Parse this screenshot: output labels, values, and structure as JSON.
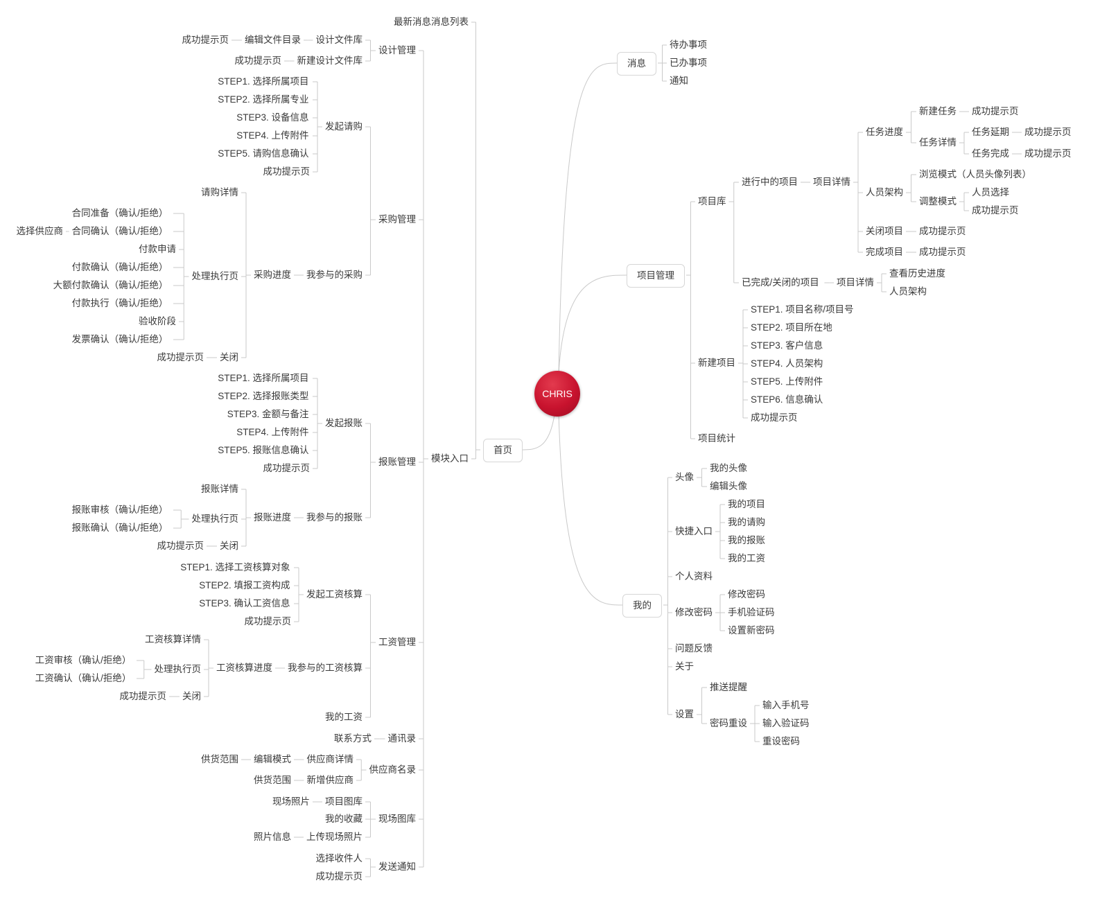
{
  "root": "CHRIS",
  "colors": {
    "root": "#c8132e",
    "line": "#c9c9c9",
    "text": "#3a3a3a"
  },
  "nodes": {
    "xiaoxi": "消息",
    "daiban": "待办事项",
    "yiban": "已办事项",
    "tongzhi": "通知",
    "xmgl": "项目管理",
    "xmk": "项目库",
    "jxz": "进行中的项目",
    "xmxq1": "项目详情",
    "rwjd": "任务进度",
    "xjrw": "新建任务",
    "xjrw_cg": "成功提示页",
    "rwxq": "任务详情",
    "rwyq": "任务延期",
    "rwyq_cg": "成功提示页",
    "rwwc": "任务完成",
    "rwwc_cg": "成功提示页",
    "ryjg": "人员架构",
    "llms": "浏览模式（人员头像列表）",
    "tzms": "调整模式",
    "ryxz": "人员选择",
    "tzms_cg": "成功提示页",
    "gbxm": "关闭项目",
    "gbxm_cg": "成功提示页",
    "wcxm": "完成项目",
    "wcxm_cg": "成功提示页",
    "ywc": "已完成/关闭的项目",
    "xmxq2": "项目详情",
    "cklsjd": "查看历史进度",
    "ryjg2": "人员架构",
    "xjxm": "新建项目",
    "xj1": "STEP1. 项目名称/项目号",
    "xj2": "STEP2. 项目所在地",
    "xj3": "STEP3. 客户信息",
    "xj4": "STEP4. 人员架构",
    "xj5": "STEP5. 上传附件",
    "xj6": "STEP6. 信息确认",
    "xj_cg": "成功提示页",
    "xmtj": "项目统计",
    "wode": "我的",
    "touxiang": "头像",
    "wdtx": "我的头像",
    "bjtx": "编辑头像",
    "kjrk": "快捷入口",
    "wdxm": "我的项目",
    "wdqg": "我的请购",
    "wdbz": "我的报账",
    "wdgz_r": "我的工资",
    "grzl": "个人资料",
    "xgmm": "修改密码",
    "xgmm2": "修改密码",
    "sjyzm": "手机验证码",
    "szxmm": "设置新密码",
    "wtfk": "问题反馈",
    "guanyu": "关于",
    "shezhi": "设置",
    "tstx": "推送提醒",
    "mmcs": "密码重设",
    "srsjh": "输入手机号",
    "sryzm": "输入验证码",
    "csmm": "重设密码",
    "shouye": "首页",
    "zxxx": "最新消息消息列表",
    "mkrk": "模块入口",
    "sjgl": "设计管理",
    "sjwjk": "设计文件库",
    "bjwjml": "编辑文件目录",
    "bjwjml_cg": "成功提示页",
    "xjsjwjk": "新建设计文件库",
    "xjsjwjk_cg": "成功提示页",
    "cggl": "采购管理",
    "fqqg": "发起请购",
    "qg1": "STEP1. 选择所属项目",
    "qg2": "STEP2. 选择所属专业",
    "qg3": "STEP3. 设备信息",
    "qg4": "STEP4. 上传附件",
    "qg5": "STEP5. 请购信息确认",
    "qg_cg": "成功提示页",
    "wcydcg": "我参与的采购",
    "cgjd": "采购进度",
    "qgxq": "请购详情",
    "clzxy1": "处理执行页",
    "htzb": "合同准备（确认/拒绝）",
    "htqr": "合同确认（确认/拒绝）",
    "xzgys": "选择供应商",
    "fksq": "付款申请",
    "fkqr": "付款确认（确认/拒绝）",
    "defkqr": "大额付款确认（确认/拒绝）",
    "fkzx": "付款执行（确认/拒绝）",
    "ysjd": "验收阶段",
    "fpqr": "发票确认（确认/拒绝）",
    "gb1": "关闭",
    "gb1_cg": "成功提示页",
    "bzgl": "报账管理",
    "fqbz": "发起报账",
    "bz1": "STEP1. 选择所属项目",
    "bz2": "STEP2. 选择报账类型",
    "bz3": "STEP3. 金额与备注",
    "bz4": "STEP4. 上传附件",
    "bz5": "STEP5. 报账信息确认",
    "bz_cg": "成功提示页",
    "wcydbz": "我参与的报账",
    "bzjd": "报账进度",
    "bzxq": "报账详情",
    "clzxy2": "处理执行页",
    "bzsh": "报账审核（确认/拒绝）",
    "bzqr": "报账确认（确认/拒绝）",
    "gb2": "关闭",
    "gb2_cg": "成功提示页",
    "gzgl": "工资管理",
    "fqgzhs": "发起工资核算",
    "gz1": "STEP1. 选择工资核算对象",
    "gz2": "STEP2. 填报工资构成",
    "gz3": "STEP3. 确认工资信息",
    "gz_cg": "成功提示页",
    "wcydgzhs": "我参与的工资核算",
    "gzhsjd": "工资核算进度",
    "gzhsxq": "工资核算详情",
    "clzxy3": "处理执行页",
    "gzsh": "工资审核（确认/拒绝）",
    "gzqr": "工资确认（确认/拒绝）",
    "gb3": "关闭",
    "gb3_cg": "成功提示页",
    "wdgz_l": "我的工资",
    "txl": "通讯录",
    "lxfs": "联系方式",
    "gysml": "供应商名录",
    "gysxq": "供应商详情",
    "bjms": "编辑模式",
    "ghfw1": "供货范围",
    "xzgys2": "新增供应商",
    "ghfw2": "供货范围",
    "xctk": "现场图库",
    "xmtk": "项目图库",
    "xczp": "现场照片",
    "wdsc": "我的收藏",
    "scxczp": "上传现场照片",
    "zpxx": "照片信息",
    "fstz": "发送通知",
    "xzsjr": "选择收件人",
    "fstz_cg": "成功提示页"
  }
}
